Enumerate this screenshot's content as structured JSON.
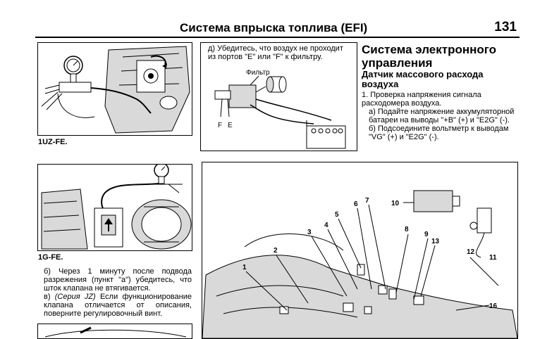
{
  "header": {
    "title": "Система впрыска топлива (EFI)",
    "page_number": "131"
  },
  "figure_1uz": {
    "caption": "1UZ-FE."
  },
  "figure_1g": {
    "caption": "1G-FE."
  },
  "left_text": {
    "para_b": "б) Через 1 минуту после подвода разрежения (пункт \"а\") убедитесь, что шток клапана не втягивается.",
    "para_v_prefix": "в) ",
    "para_v_italic": "(Серия JZ)",
    "para_v_rest": " Если функционирование клапана отличается от описания, поверните регулировочный винт."
  },
  "middle": {
    "text_d": "д) Убедитесь, что воздух не проходит из портов \"E\" или \"F\" к фильтру.",
    "label_filter": "Фильтр",
    "label_f": "F",
    "label_e": "E"
  },
  "right": {
    "heading": "Система электронного управления",
    "subheading": "Датчик массового расхода воздуха",
    "step_1": "1. Проверка напряжения сигнала расходомера воздуха.",
    "step_a": "а) Подайте напряжение аккумуляторной батареи на выводы \"+B\" (+) и \"E2G\" (-).",
    "step_b": "б) Подсоедините вольтметр к выводам \"VG\" (+) и \"E2G\" (-)."
  },
  "engine_figure": {
    "callouts": [
      "1",
      "2",
      "3",
      "4",
      "5",
      "6",
      "7",
      "8",
      "9",
      "10",
      "11",
      "12",
      "13",
      "16"
    ]
  }
}
